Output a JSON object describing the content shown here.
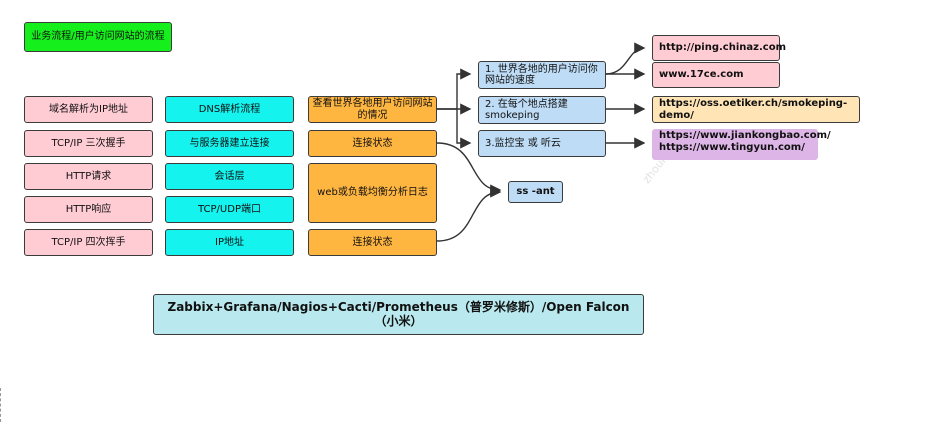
{
  "title": "业务流程/用户访问网站的流程",
  "col1": [
    "域名解析为IP地址",
    "TCP/IP 三次握手",
    "HTTP请求",
    "HTTP响应",
    "TCP/IP 四次挥手"
  ],
  "col2": [
    "DNS解析流程",
    "与服务器建立连接",
    "会话层",
    "TCP/UDP端口",
    "IP地址"
  ],
  "col3": [
    "查看世界各地用户访问网站的情况",
    "连接状态",
    "web或负载均衡分析日志",
    "连接状态"
  ],
  "methods": [
    "1. 世界各地的用户访问你网站的速度",
    "2. 在每个地点搭建smokeping",
    "3.监控宝 或 听云"
  ],
  "sites": {
    "ping": "http://ping.chinaz.com",
    "ce": "www.17ce.com",
    "smokeping": "https://oss.oetiker.ch/smokeping-demo/",
    "jiankongbao": "https://www.jiankongbao.com/",
    "tingyun": "https://www.tingyun.com/"
  },
  "ss": "ss -ant",
  "tools": "Zabbix+Grafana/Nagios+Cacti/Prometheus（普罗米修斯）/Open Falcon（小米）",
  "watermark": "zhouhao",
  "colors": {
    "pink": "#ffccd4",
    "cyan": "#14f3ee",
    "orange": "#ffb641",
    "blue": "#bedcf6",
    "green": "#15f01c",
    "peach": "#ffe4b5",
    "purple": "#ddb5e6",
    "lightcyan": "#b9e9ee"
  }
}
